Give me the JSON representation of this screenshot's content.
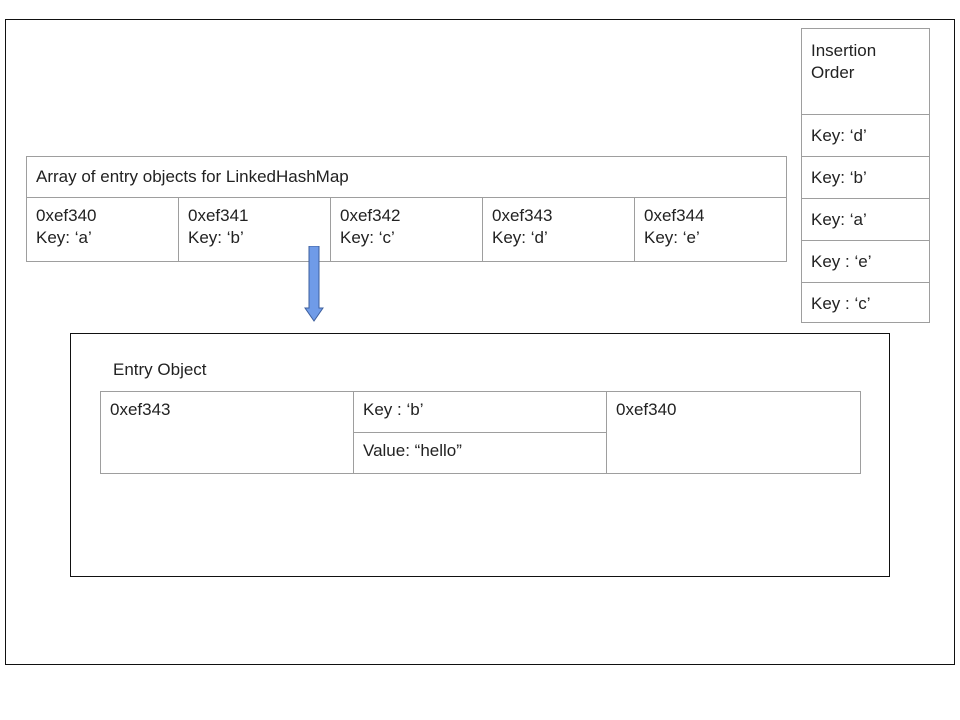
{
  "array": {
    "title": "Array of entry objects for LinkedHashMap",
    "cells": [
      {
        "address": "0xef340",
        "key": "Key: ‘a’"
      },
      {
        "address": "0xef341",
        "key": "Key: ‘b’"
      },
      {
        "address": "0xef342",
        "key": "Key: ‘c’"
      },
      {
        "address": "0xef343",
        "key": "Key: ‘d’"
      },
      {
        "address": "0xef344",
        "key": "Key: ‘e’"
      }
    ]
  },
  "insertion_order": {
    "header_line1": "Insertion",
    "header_line2": "Order",
    "items": [
      "Key: ‘d’",
      "Key: ‘b’",
      "Key: ‘a’",
      "Key : ‘e’",
      "Key : ‘c’"
    ]
  },
  "entry_object": {
    "label": "Entry Object",
    "before": "0xef343",
    "key": "Key : ‘b’",
    "value": "Value: “hello”",
    "after": "0xef340"
  },
  "colors": {
    "arrow_fill": "#6f9be8",
    "arrow_stroke": "#3d5f9e",
    "cell_border": "#9e9e9e"
  }
}
